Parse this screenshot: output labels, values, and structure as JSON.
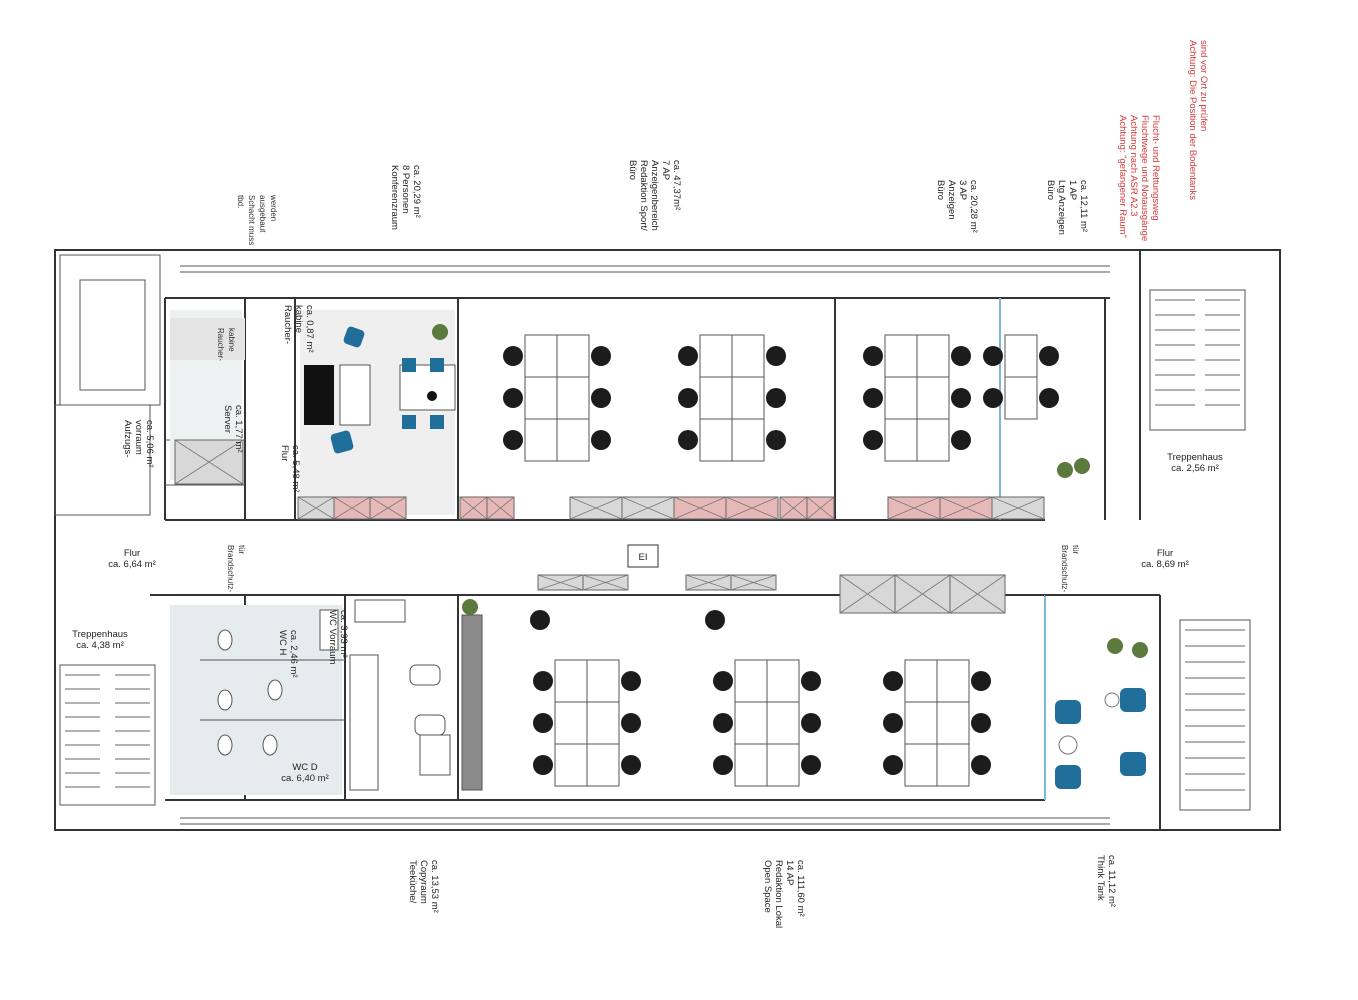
{
  "rooms": {
    "konferenz": [
      "Konferenzraum",
      "8 Personen",
      "ca. 20,29 m²"
    ],
    "redaktion": [
      "Büro",
      "Redaktion Sport/",
      "Anzeigenbereich",
      "7 AP",
      "ca. 47,37m²"
    ],
    "anzeigen": [
      "Büro",
      "Anzeigen",
      "3 AP",
      "ca. 20,28 m²"
    ],
    "ltg_anzeigen": [
      "Büro",
      "Ltg Anzeigen",
      "1 AP",
      "ca. 12,11 m²"
    ],
    "raucherkabine": [
      "Raucher-",
      "kabine",
      "ca. 0,87 m²"
    ],
    "raucherkabine_inner": [
      "Raucher-",
      "kabine"
    ],
    "server": [
      "Server",
      "ca. 1,77 m²"
    ],
    "flur_small": [
      "Flur",
      "ca. 5,48 m²"
    ],
    "aufzugsvorraum": [
      "Aufzugs-",
      "vorraum",
      "ca. 5,06 m²"
    ],
    "flur_left": [
      "Flur",
      "ca. 6,64 m²"
    ],
    "flur_right": [
      "Flur",
      "ca. 8,69 m²"
    ],
    "treppenhaus_left": [
      "Treppenhaus",
      "ca. 4,38 m²"
    ],
    "treppenhaus_right": [
      "Treppenhaus",
      "ca. 2,56 m²"
    ],
    "wc_h": [
      "WC H",
      "ca. 2,46 m²"
    ],
    "wc_vorraum": [
      "WC Vorraum",
      "ca. 3,93 m²"
    ],
    "wc_d": [
      "WC D",
      "ca. 6,40 m²"
    ],
    "teekueche": [
      "Teeküche/",
      "Copyraum",
      "ca. 13,53 m²"
    ],
    "open_space": [
      "Open Space",
      "Redaktion Lokal",
      "14 AP",
      "ca. 111,60 m²"
    ],
    "think_tank": [
      "Think Tank",
      "ca. 11,12 m²"
    ],
    "door_note": [
      "Brandschutz-",
      "tür"
    ]
  },
  "notes": {
    "top_left": [
      "tbd.",
      "Schacht muss",
      "ausgebaut",
      "werden"
    ],
    "red_1": [
      "Achtung: \"gefangener Raum\"",
      "Achtung nach ASR A2.3",
      "Fluchtwege und Notausgänge",
      "Flucht- und Rettungsweg"
    ],
    "red_2": [
      "Achtung: Die Position der Bodentanks",
      "sind vor Ort zu prüfen"
    ]
  },
  "center_label": "EI",
  "colors": {
    "wall": "#333333",
    "furniture_blue": "#1f6f9a",
    "chair": "#1c1c1c",
    "note_red": "#d43a3a",
    "wet_floor": "#e6ecee"
  }
}
